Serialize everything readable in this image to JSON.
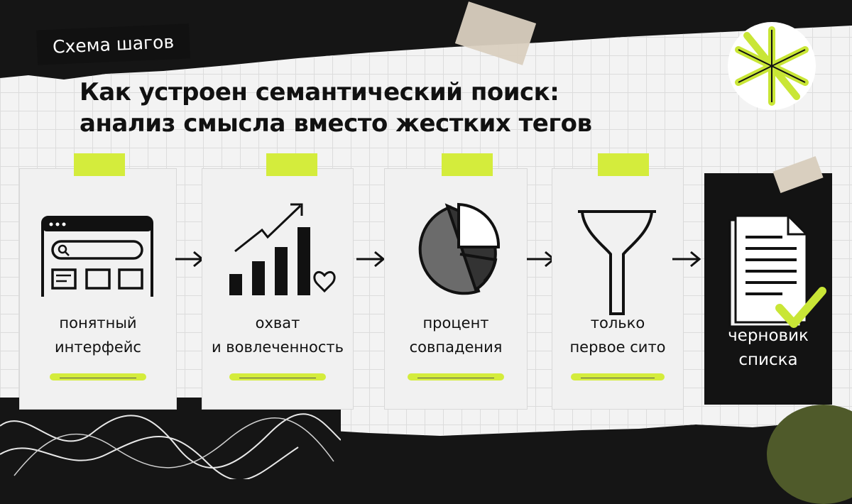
{
  "header": {
    "tag": "Схема шагов",
    "title_line1": "Как устроен семантический поиск:",
    "title_line2": "анализ смысла вместо жестких тегов"
  },
  "steps": [
    {
      "icon": "browser-window-icon",
      "line1": "понятный",
      "line2": "интерфейс"
    },
    {
      "icon": "bar-chart-growth-icon",
      "line1": "охват",
      "line2": "и вовлеченность"
    },
    {
      "icon": "pie-chart-icon",
      "line1": "процент",
      "line2": "совпадения"
    },
    {
      "icon": "funnel-icon",
      "line1": "только",
      "line2": "первое сито"
    },
    {
      "icon": "document-check-icon",
      "line1": "черновик",
      "line2": "списка"
    }
  ],
  "colors": {
    "accent": "#d4ec3c",
    "ink": "#111111",
    "paper": "#f3f3f3",
    "dark_card": "#131313"
  }
}
